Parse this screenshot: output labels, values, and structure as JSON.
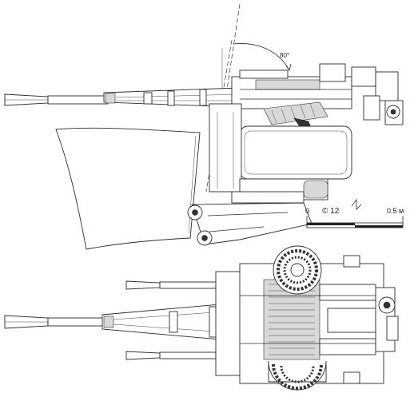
{
  "drawing": {
    "elevation_angle_label": "80°",
    "copyright_label": "© 12",
    "scale": {
      "start_label": "0",
      "end_label": "0.5 м"
    }
  }
}
